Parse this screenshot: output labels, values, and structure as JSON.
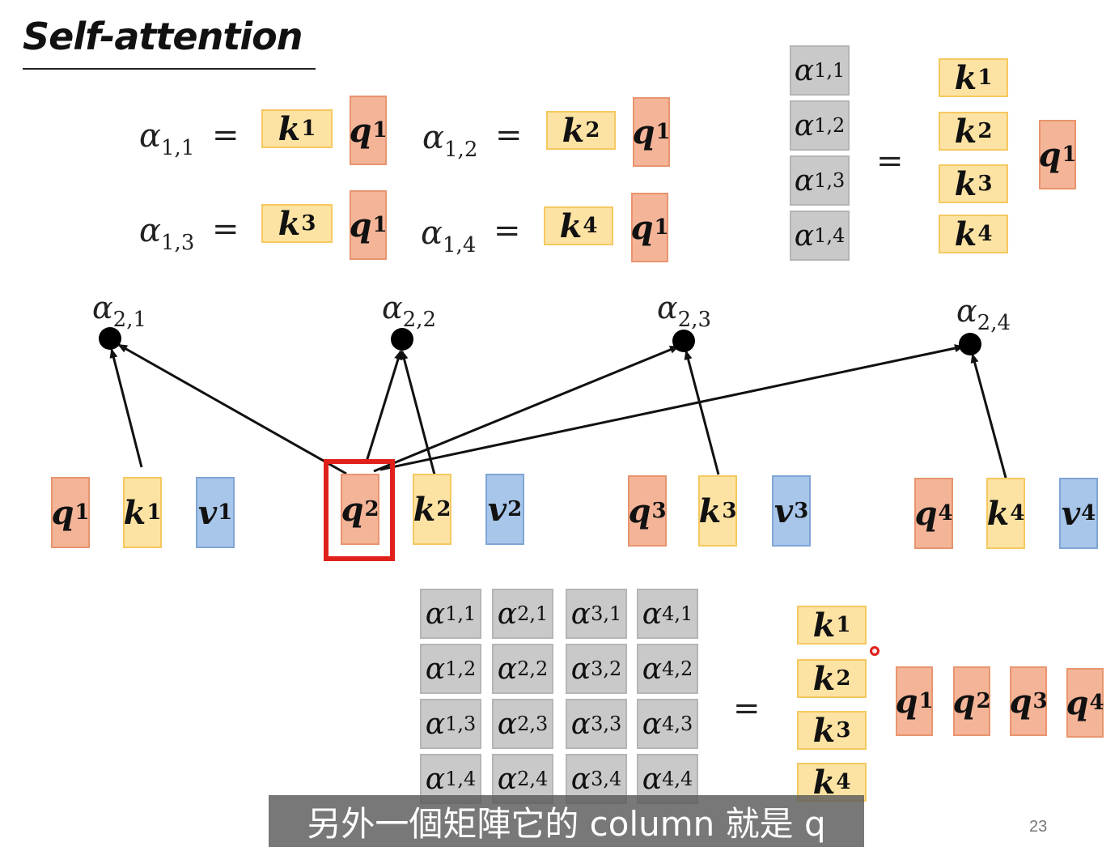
{
  "title": "Self-attention",
  "equations": [
    {
      "alpha": "α",
      "sub": "1,1",
      "eq": "=",
      "k": "k",
      "ksup": "1",
      "q": "q",
      "qsup": "1"
    },
    {
      "alpha": "α",
      "sub": "1,2",
      "eq": "=",
      "k": "k",
      "ksup": "2",
      "q": "q",
      "qsup": "1"
    },
    {
      "alpha": "α",
      "sub": "1,3",
      "eq": "=",
      "k": "k",
      "ksup": "3",
      "q": "q",
      "qsup": "1"
    },
    {
      "alpha": "α",
      "sub": "1,4",
      "eq": "=",
      "k": "k",
      "ksup": "4",
      "q": "q",
      "qsup": "1"
    }
  ],
  "matrix_small": {
    "alphas": [
      {
        "a": "α",
        "sub": "1,1"
      },
      {
        "a": "α",
        "sub": "1,2"
      },
      {
        "a": "α",
        "sub": "1,3"
      },
      {
        "a": "α",
        "sub": "1,4"
      }
    ],
    "eq": "=",
    "keys": [
      {
        "k": "k",
        "sup": "1"
      },
      {
        "k": "k",
        "sup": "2"
      },
      {
        "k": "k",
        "sup": "3"
      },
      {
        "k": "k",
        "sup": "4"
      }
    ],
    "query": {
      "q": "q",
      "sup": "1"
    }
  },
  "attention_nodes": [
    {
      "a": "α",
      "sub": "2,1"
    },
    {
      "a": "α",
      "sub": "2,2"
    },
    {
      "a": "α",
      "sub": "2,3"
    },
    {
      "a": "α",
      "sub": "2,4"
    }
  ],
  "token_groups": [
    {
      "q": "q",
      "k": "k",
      "v": "v",
      "sup": "1"
    },
    {
      "q": "q",
      "k": "k",
      "v": "v",
      "sup": "2"
    },
    {
      "q": "q",
      "k": "k",
      "v": "v",
      "sup": "3"
    },
    {
      "q": "q",
      "k": "k",
      "v": "v",
      "sup": "4"
    }
  ],
  "matrix_large": {
    "rows": [
      [
        {
          "a": "α",
          "sub": "1,1"
        },
        {
          "a": "α",
          "sub": "2,1"
        },
        {
          "a": "α",
          "sub": "3,1"
        },
        {
          "a": "α",
          "sub": "4,1"
        }
      ],
      [
        {
          "a": "α",
          "sub": "1,2"
        },
        {
          "a": "α",
          "sub": "2,2"
        },
        {
          "a": "α",
          "sub": "3,2"
        },
        {
          "a": "α",
          "sub": "4,2"
        }
      ],
      [
        {
          "a": "α",
          "sub": "1,3"
        },
        {
          "a": "α",
          "sub": "2,3"
        },
        {
          "a": "α",
          "sub": "3,3"
        },
        {
          "a": "α",
          "sub": "4,3"
        }
      ],
      [
        {
          "a": "α",
          "sub": "1,4"
        },
        {
          "a": "α",
          "sub": "2,4"
        },
        {
          "a": "α",
          "sub": "3,4"
        },
        {
          "a": "α",
          "sub": "4,4"
        }
      ]
    ],
    "eq": "=",
    "keys": [
      {
        "k": "k",
        "sup": "1"
      },
      {
        "k": "k",
        "sup": "2"
      },
      {
        "k": "k",
        "sup": "3"
      },
      {
        "k": "k",
        "sup": "4"
      }
    ],
    "queries": [
      {
        "q": "q",
        "sup": "1"
      },
      {
        "q": "q",
        "sup": "2"
      },
      {
        "q": "q",
        "sup": "3"
      },
      {
        "q": "q",
        "sup": "4"
      }
    ]
  },
  "subtitle": "另外一個矩陣它的 column 就是 q",
  "page_number": "23",
  "colors": {
    "query": "#f4b498",
    "key": "#fde3a3",
    "value": "#a8c6ea",
    "alpha": "#c9c9c9",
    "highlight": "#e0201b"
  }
}
